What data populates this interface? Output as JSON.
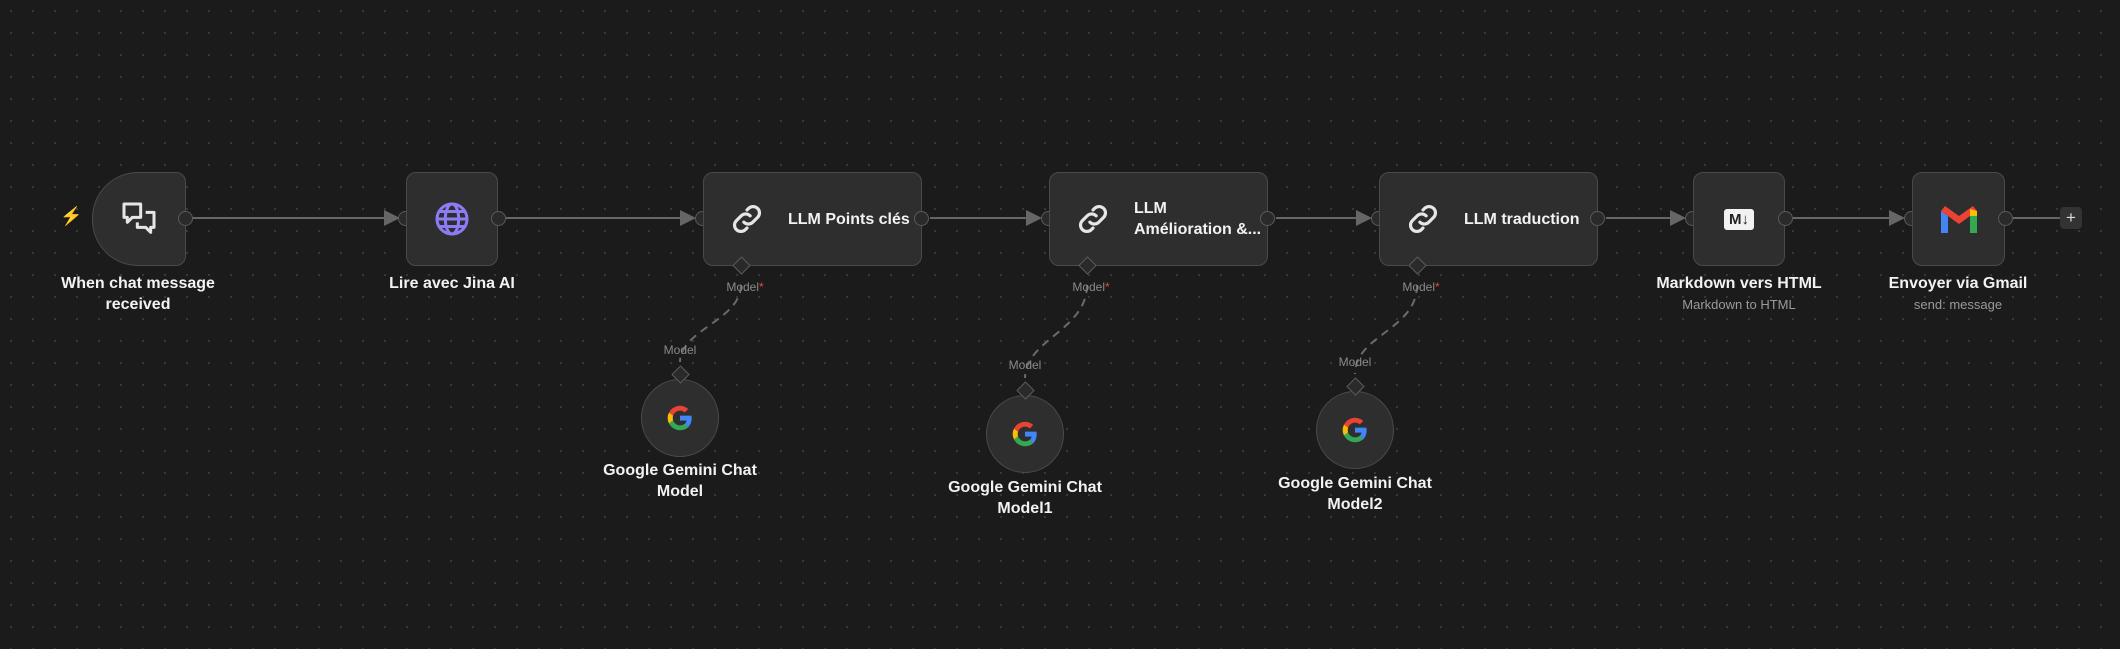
{
  "nodes": {
    "trigger": {
      "title": "When chat message",
      "title2": "received"
    },
    "jina": {
      "title": "Lire avec Jina AI"
    },
    "llm1": {
      "title": "LLM Points clés",
      "port": "Model",
      "required": "*"
    },
    "llm2": {
      "title": "LLM",
      "title2": "Amélioration &...",
      "port": "Model",
      "required": "*"
    },
    "llm3": {
      "title": "LLM traduction",
      "port": "Model",
      "required": "*"
    },
    "markdown": {
      "title": "Markdown vers HTML",
      "subtitle": "Markdown to HTML",
      "icon_text": "M↓"
    },
    "gmail": {
      "title": "Envoyer via Gmail",
      "subtitle": "send: message"
    },
    "gemini0": {
      "title": "Google Gemini Chat",
      "title2": "Model",
      "port": "Model"
    },
    "gemini1": {
      "title": "Google Gemini Chat",
      "title2": "Model1",
      "port": "Model"
    },
    "gemini2": {
      "title": "Google Gemini Chat",
      "title2": "Model2",
      "port": "Model"
    }
  },
  "add_button": "+",
  "colors": {
    "accent_trigger": "#e5604d",
    "jina_globe": "#8b7cf6",
    "required": "#e5484d"
  }
}
